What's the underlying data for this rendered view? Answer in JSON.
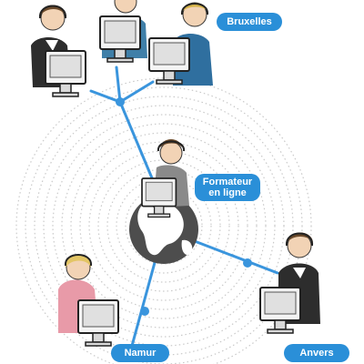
{
  "labels": {
    "top_right": "Bruxelles",
    "center": [
      "Formateur",
      "en ligne"
    ],
    "bottom_left": "Namur",
    "bottom_right": "Anvers"
  },
  "colors": {
    "accent": "#2a8fd8",
    "line": "#3a95dd",
    "ring": "#c9c9c9",
    "globe": "#4d4d4d",
    "monitor": "#e8e8e8"
  },
  "icons": {
    "figures": "call-center-agent-with-headset-at-computer",
    "hub": "globe"
  }
}
